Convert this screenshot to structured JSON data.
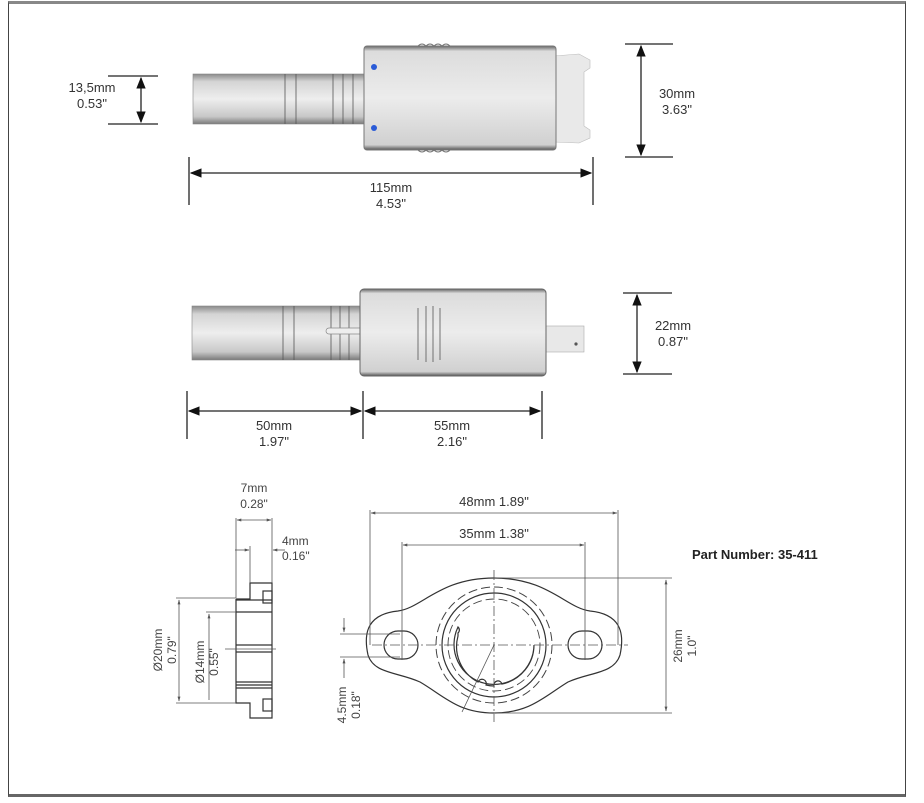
{
  "part_number": "Part Number: 35-411",
  "top_view": {
    "cable_diameter": {
      "mm": "13,5mm",
      "in": "0.53\""
    },
    "height": {
      "mm": "30mm",
      "in": "3.63\""
    },
    "total_length": {
      "mm": "115mm",
      "in": "4.53\""
    }
  },
  "side_view": {
    "height": {
      "mm": "22mm",
      "in": "0.87\""
    },
    "cable_length": {
      "mm": "50mm",
      "in": "1.97\""
    },
    "body_length": {
      "mm": "55mm",
      "in": "2.16\""
    }
  },
  "flange_side": {
    "thickness": {
      "mm": "7mm",
      "in": "0.28\""
    },
    "step": {
      "mm": "4mm",
      "in": "0.16\""
    },
    "outer_diameter": {
      "mm": "Ø20mm",
      "in": "0.79\""
    },
    "inner_diameter": {
      "mm": "Ø14mm",
      "in": "0.55\""
    }
  },
  "flange_front": {
    "overall_width": "48mm 1.89\"",
    "hole_spacing": "35mm 1.38\"",
    "height": {
      "mm": "26mm",
      "in": "1.0\""
    },
    "slot_width": {
      "mm": "4.5mm",
      "in": "0.18\""
    }
  },
  "colors": {
    "body": "#e6e6e6",
    "body_edge": "#777777",
    "marker": "#2a5bd7"
  }
}
